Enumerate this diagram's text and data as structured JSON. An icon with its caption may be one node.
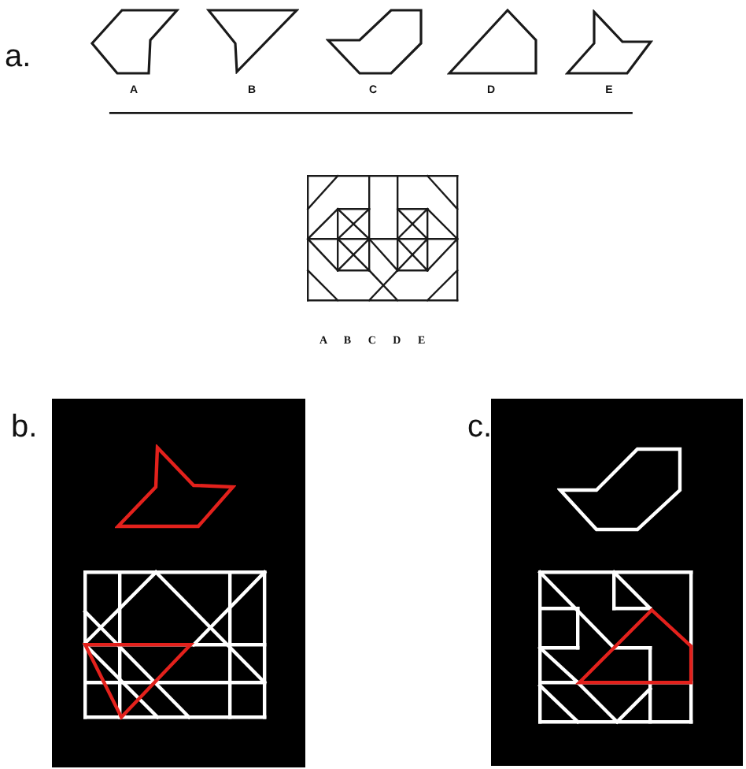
{
  "diagram": {
    "labels": [
      "a.",
      "A",
      "B",
      "C",
      "D",
      "E",
      "A B C D E",
      "b.",
      "c."
    ]
  }
}
